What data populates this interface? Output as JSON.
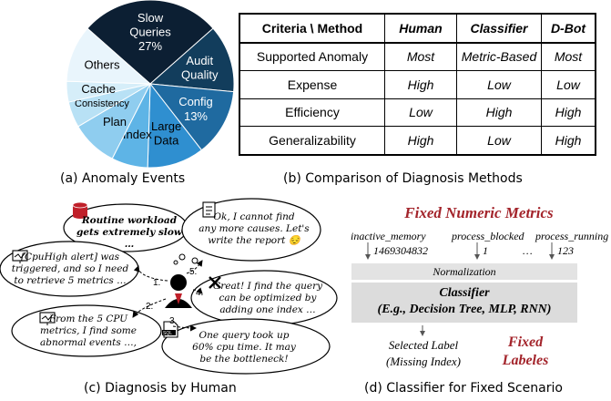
{
  "pie": {
    "slices": [
      {
        "label": "Slow\nQueries\n27%",
        "value": 27,
        "color": "#0c1f33",
        "text_color": "#ffffff"
      },
      {
        "label": "Audit\nQuality",
        "value": 13,
        "color": "#123d5c",
        "text_color": "#ffffff"
      },
      {
        "label": "Config\n13%",
        "value": 13,
        "color": "#1f6aa0",
        "text_color": "#ffffff"
      },
      {
        "label": "Large\nData",
        "value": 11,
        "color": "#2f8fd0",
        "text_color": "#000000"
      },
      {
        "label": "Index",
        "value": 7,
        "color": "#5eb4e6",
        "text_color": "#000000"
      },
      {
        "label": "Plan",
        "value": 9,
        "color": "#8fcdef",
        "text_color": "#000000"
      },
      {
        "label": "Consistency",
        "value": 5,
        "color": "#b8e1f5",
        "text_color": "#000000"
      },
      {
        "label": "Cache",
        "value": 4,
        "color": "#d6eef9",
        "text_color": "#000000"
      },
      {
        "label": "Others",
        "value": 11,
        "color": "#e9f5fc",
        "text_color": "#000000"
      }
    ],
    "caption": "(a) Anomaly Events"
  },
  "comparison": {
    "header": [
      "Criteria \\ Method",
      "Human",
      "Classifier",
      "D-Bot"
    ],
    "rows": [
      [
        "Supported Anomaly",
        "Most",
        "Metric-Based",
        "Most"
      ],
      [
        "Expense",
        "High",
        "Low",
        "Low"
      ],
      [
        "Efficiency",
        "Low",
        "High",
        "High"
      ],
      [
        "Generalizability",
        "High",
        "Low",
        "High"
      ]
    ],
    "caption": "(b) Comparison of Diagnosis Methods"
  },
  "human": {
    "caption": "(c) Diagnosis by Human",
    "b1": [
      "Routine workload",
      "gets extremely slow …"
    ],
    "b2": [
      "Ok, I cannot find",
      "any more causes. Let's",
      "write the report 😔"
    ],
    "b3": [
      "[CpuHigh alert] was",
      "triggered, and so I need",
      "to retrieve 5 metrics …"
    ],
    "b4": [
      "Great! I find the query",
      "can be optimized by",
      "adding one index …"
    ],
    "b5": [
      "From the 5 CPU",
      "metrics, I find some",
      "abnormal events …,"
    ],
    "b6": [
      "One query took up",
      "60% cpu time. It may",
      "be the bottleneck!"
    ],
    "steps": [
      "1.",
      "2.",
      "3.",
      "4.",
      "5."
    ],
    "sql_label": "SQL"
  },
  "classifier": {
    "caption": "(d) Classifier for Fixed Scenario",
    "title": "Fixed Numeric Metrics",
    "metrics": [
      {
        "name": "inactive_memory",
        "value": "1469304832"
      },
      {
        "name": "process_blocked",
        "value": "1"
      },
      {
        "name": "…",
        "value": ""
      },
      {
        "name": "process_running",
        "value": "123"
      }
    ],
    "normalization": "Normalization",
    "classifier_title": "Classifier",
    "classifier_sub": "(E.g., Decision Tree, MLP, RNN)",
    "selected": [
      "Selected Label",
      "(Missing Index)"
    ],
    "fixed": [
      "Fixed",
      "Labeles"
    ],
    "accent": "#a3242b"
  }
}
